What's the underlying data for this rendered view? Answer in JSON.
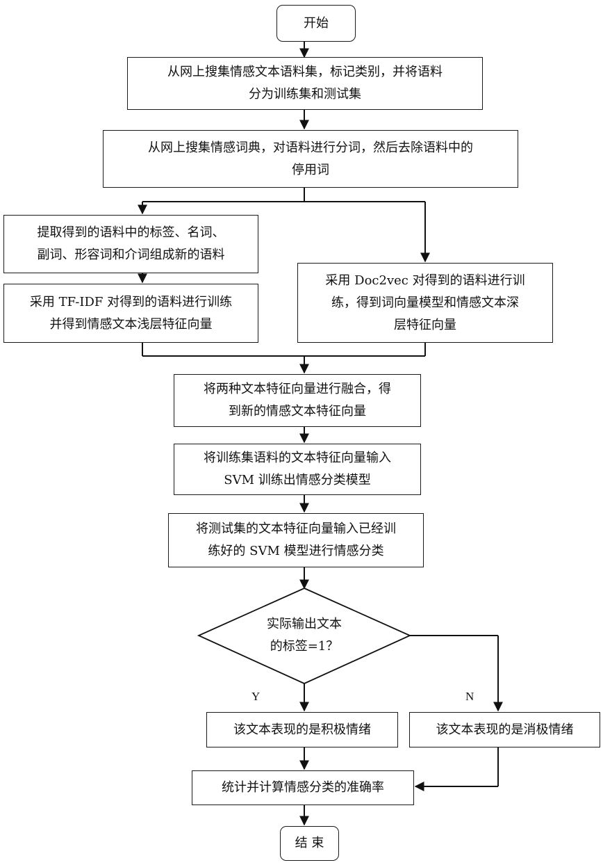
{
  "flowchart": {
    "start": "开始",
    "step1": "从网上搜集情感文本语料集，标记类别，并将语料\n分为训练集和测试集",
    "step2": "从网上搜集情感词典，对语料进行分词，然后去除语料中的\n停用词",
    "step3_left": "提取得到的语料中的标签、名词、\n副词、形容词和介词组成新的语料",
    "step4_left": "采用 TF-IDF 对得到的语料进行训练\n并得到情感文本浅层特征向量",
    "step3_right": "采用 Doc2vec 对得到的语料进行训\n练，得到词向量模型和情感文本深\n层特征向量",
    "step5": "将两种文本特征向量进行融合，得\n到新的情感文本特征向量",
    "step6": "将训练集语料的文本特征向量输入\nSVM 训练出情感分类模型",
    "step7": "将测试集的文本特征向量输入已经训\n练好的 SVM 模型进行情感分类",
    "decision": "实际输出文本\n的标签=1？",
    "yes_label": "Y",
    "no_label": "N",
    "positive": "该文本表现的是积极情绪",
    "negative": "该文本表现的是消极情绪",
    "stats": "统计并计算情感分类的准确率",
    "end": "结 束"
  }
}
